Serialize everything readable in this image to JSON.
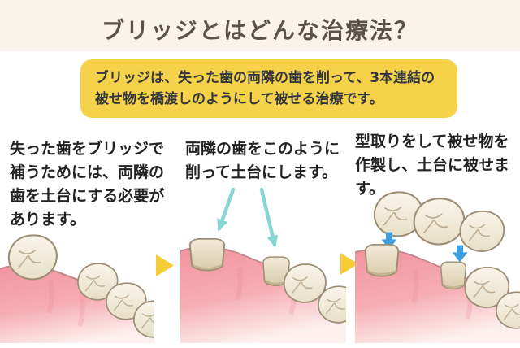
{
  "page": {
    "title": "ブリッジとはどんな治療法？",
    "title_color": "#5A524A",
    "band_color": "#FAF3EA",
    "background_color": "#FFFFFF"
  },
  "intro": {
    "text": "ブリッジは、失った歯の両隣の歯を削って、3本連結の被せ物を橋渡しのようにして被せる治療です。",
    "background_color": "#F5D24A",
    "text_color": "#33363D"
  },
  "steps": [
    {
      "caption": "失った歯をブリッジで補うためには、両隣の歯を土台にする必要があります。",
      "illustration": "gum-ridge-with-missing-tooth-between-neighboring-molars"
    },
    {
      "caption": "両隣の歯をこのように削って土台にします。",
      "illustration": "two-neighboring-teeth-shaved-into-abutment-posts-with-teal-pointer-arrows"
    },
    {
      "caption": "型取りをして被せ物を作製し、土台に被せます。",
      "illustration": "three-unit-bridge-crown-lowered-onto-abutments-with-blue-arrows"
    }
  ],
  "icons": {
    "step_arrow": "right-pointing-triangle",
    "step_arrow_color": "#F6CD35",
    "pointer_arrow_color": "#87D6D0",
    "placement_arrow_color": "#3E9EDF"
  },
  "illustration_colors": {
    "gum_pink": "#F2939E",
    "gum_fade": "#FDF1F0",
    "gum_outline": "#C5878E",
    "tooth_ivory": "#F8F4E8",
    "tooth_shade": "#E7DFC7",
    "tooth_outline": "#9C8E74",
    "stump_beige": "#DACBAC"
  }
}
